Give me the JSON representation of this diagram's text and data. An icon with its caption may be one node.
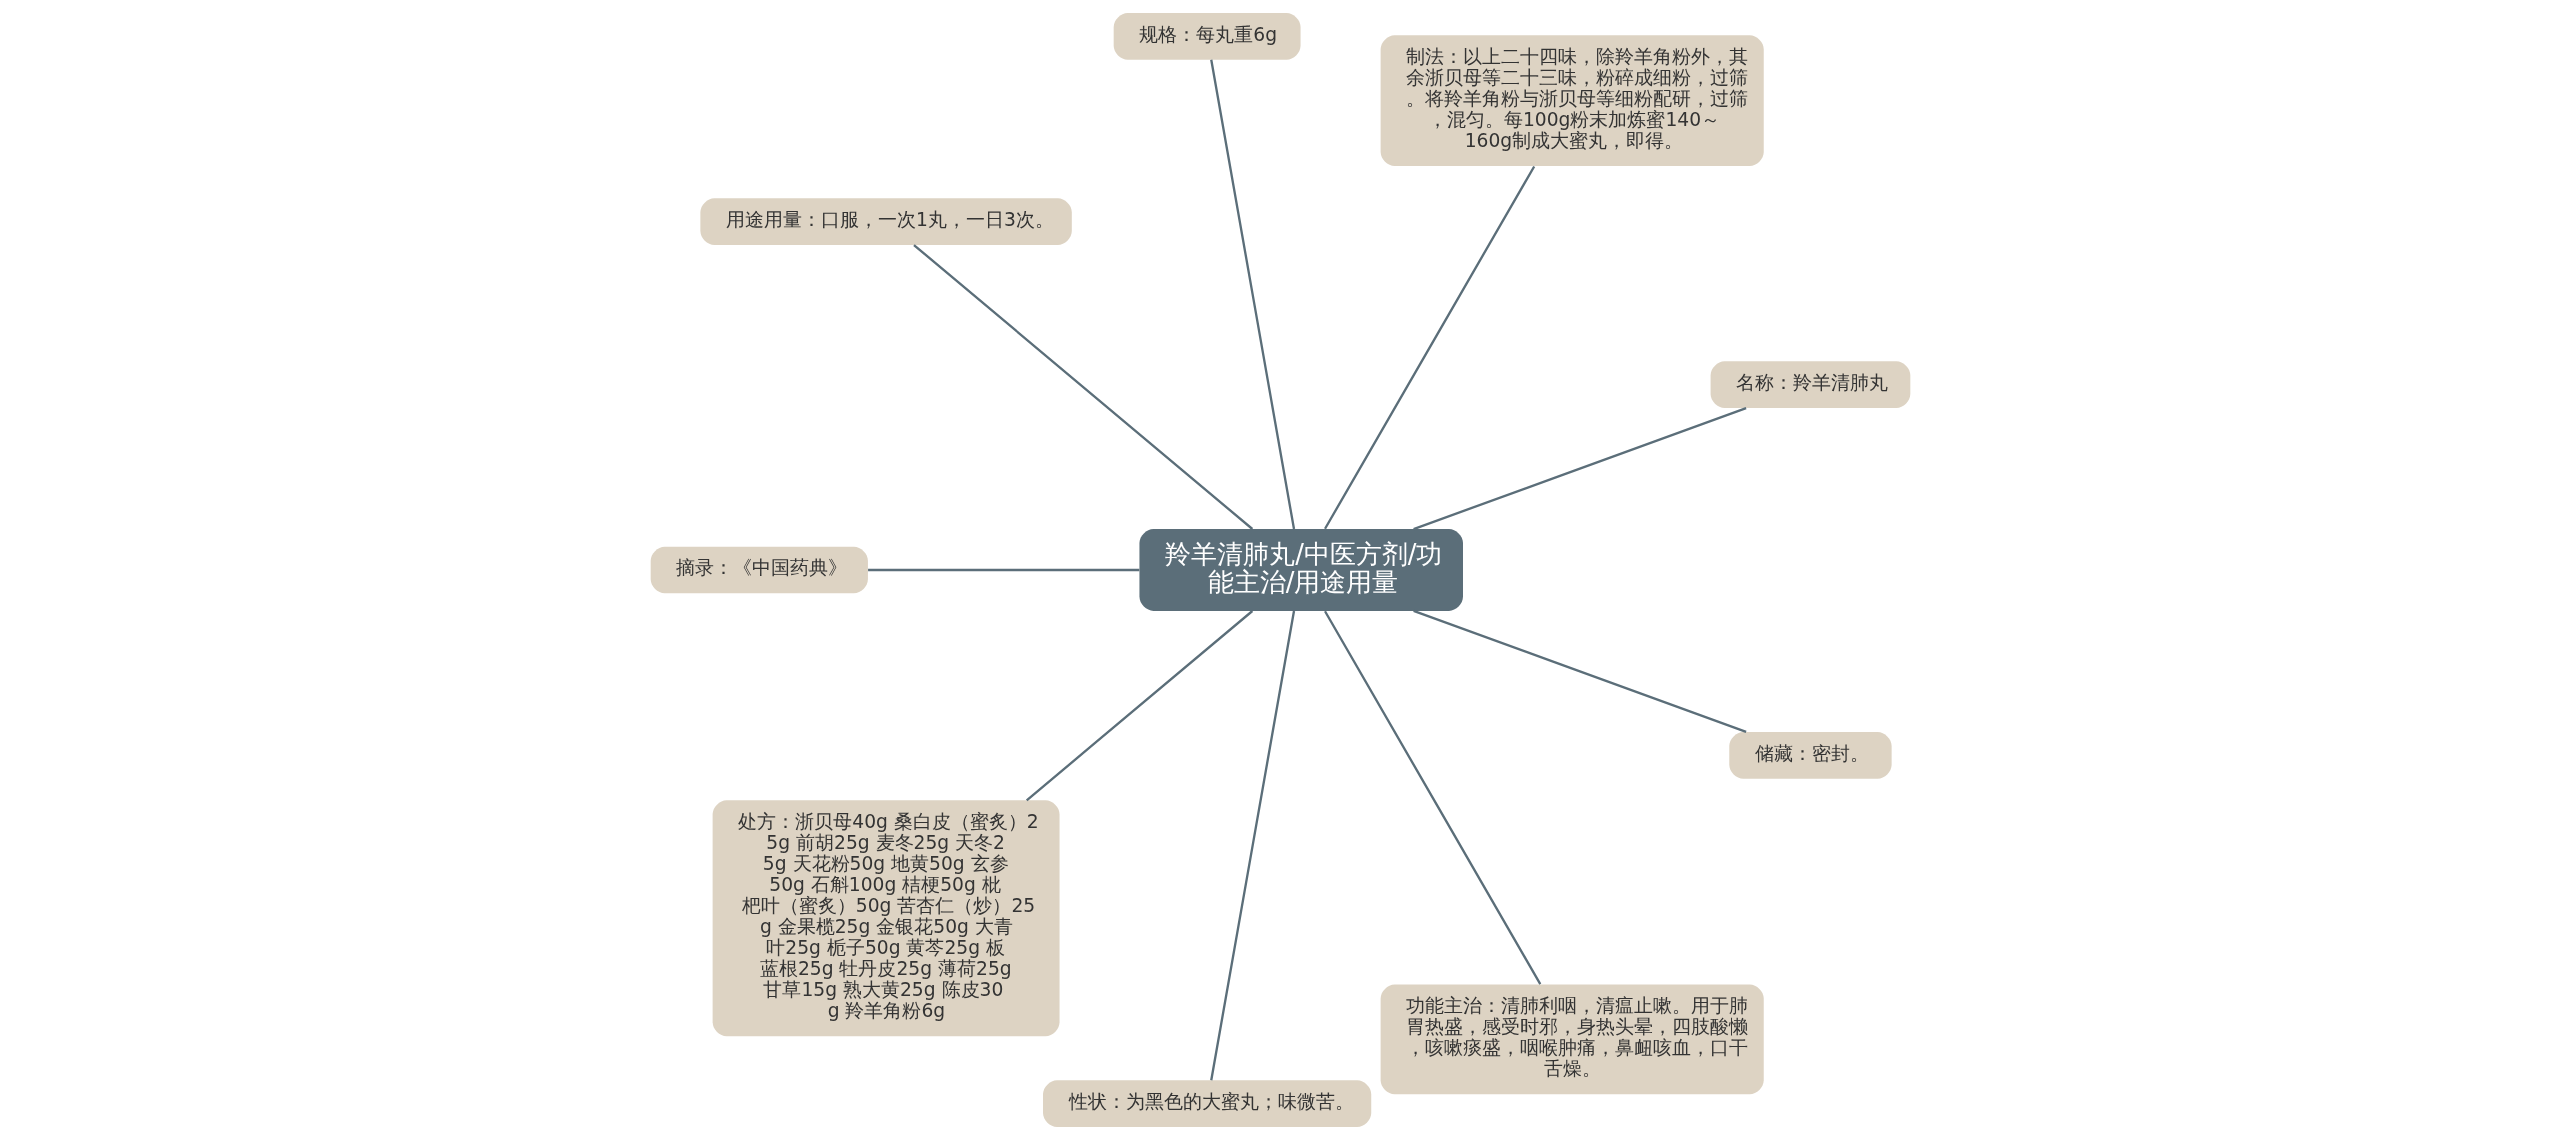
{
  "diagram": {
    "nodes": [
      {
        "text": [
          "羚羊清肺丸/中医方剂/功能主治/用途用量"
        ]
      },
      {
        "text": [
          "名称：羚羊清肺丸"
        ]
      },
      {
        "text": [
          "制法：以上二十四味，除羚羊角粉外，其余浙贝母等二十三味，粉碎成细粉，过筛。将羚羊角粉与浙贝母等细粉配研，过筛，混匀。每100g粉末加炼蜜140～160g制成大蜜丸，即得。"
        ]
      },
      {
        "text": [
          "规格：每丸重6g"
        ]
      },
      {
        "text": [
          "用途用量：口服，一次1丸，一日3次。"
        ]
      },
      {
        "text": [
          "摘录：《中国药典》"
        ]
      },
      {
        "text": [
          "处方：浙贝母40g 桑白皮（蜜炙）25g 前胡25g 麦冬25g 天冬25g 天花粉50g 地黄50g 玄参50g 石斛100g 桔梗50g 枇杷叶（蜜炙）50g 苦杏仁（炒）25g 金果榄25g 金银花50g 大青叶25g 栀子50g 黄芩25g 板蓝根25g 牡丹皮25g 薄荷25g 甘草15g 熟大黄25g 陈皮30g 羚羊角粉6g"
        ]
      },
      {
        "text": [
          "性状：为黑色的大蜜丸；味微苦。"
        ]
      },
      {
        "text": [
          "功能主治：清肺利咽，清瘟止嗽。用于肺胃热盛，感受时邪，身热头晕，四肢酸懒，咳嗽痰盛，咽喉肿痛，鼻衄咳血，口干舌燥。"
        ]
      },
      {
        "text": [
          "储藏：密封。"
        ]
      }
    ],
    "edges": [
      {
        "from": 0,
        "to": 1,
        "arrow": "none"
      },
      {
        "from": 0,
        "to": 2,
        "arrow": "none"
      },
      {
        "from": 0,
        "to": 3,
        "arrow": "none"
      },
      {
        "from": 0,
        "to": 4,
        "arrow": "none"
      },
      {
        "from": 0,
        "to": 5,
        "arrow": "none"
      },
      {
        "from": 0,
        "to": 6,
        "arrow": "none"
      },
      {
        "from": 0,
        "to": 7,
        "arrow": "none"
      },
      {
        "from": 0,
        "to": 8,
        "arrow": "none"
      },
      {
        "from": 0,
        "to": 9,
        "arrow": "none"
      }
    ]
  }
}
